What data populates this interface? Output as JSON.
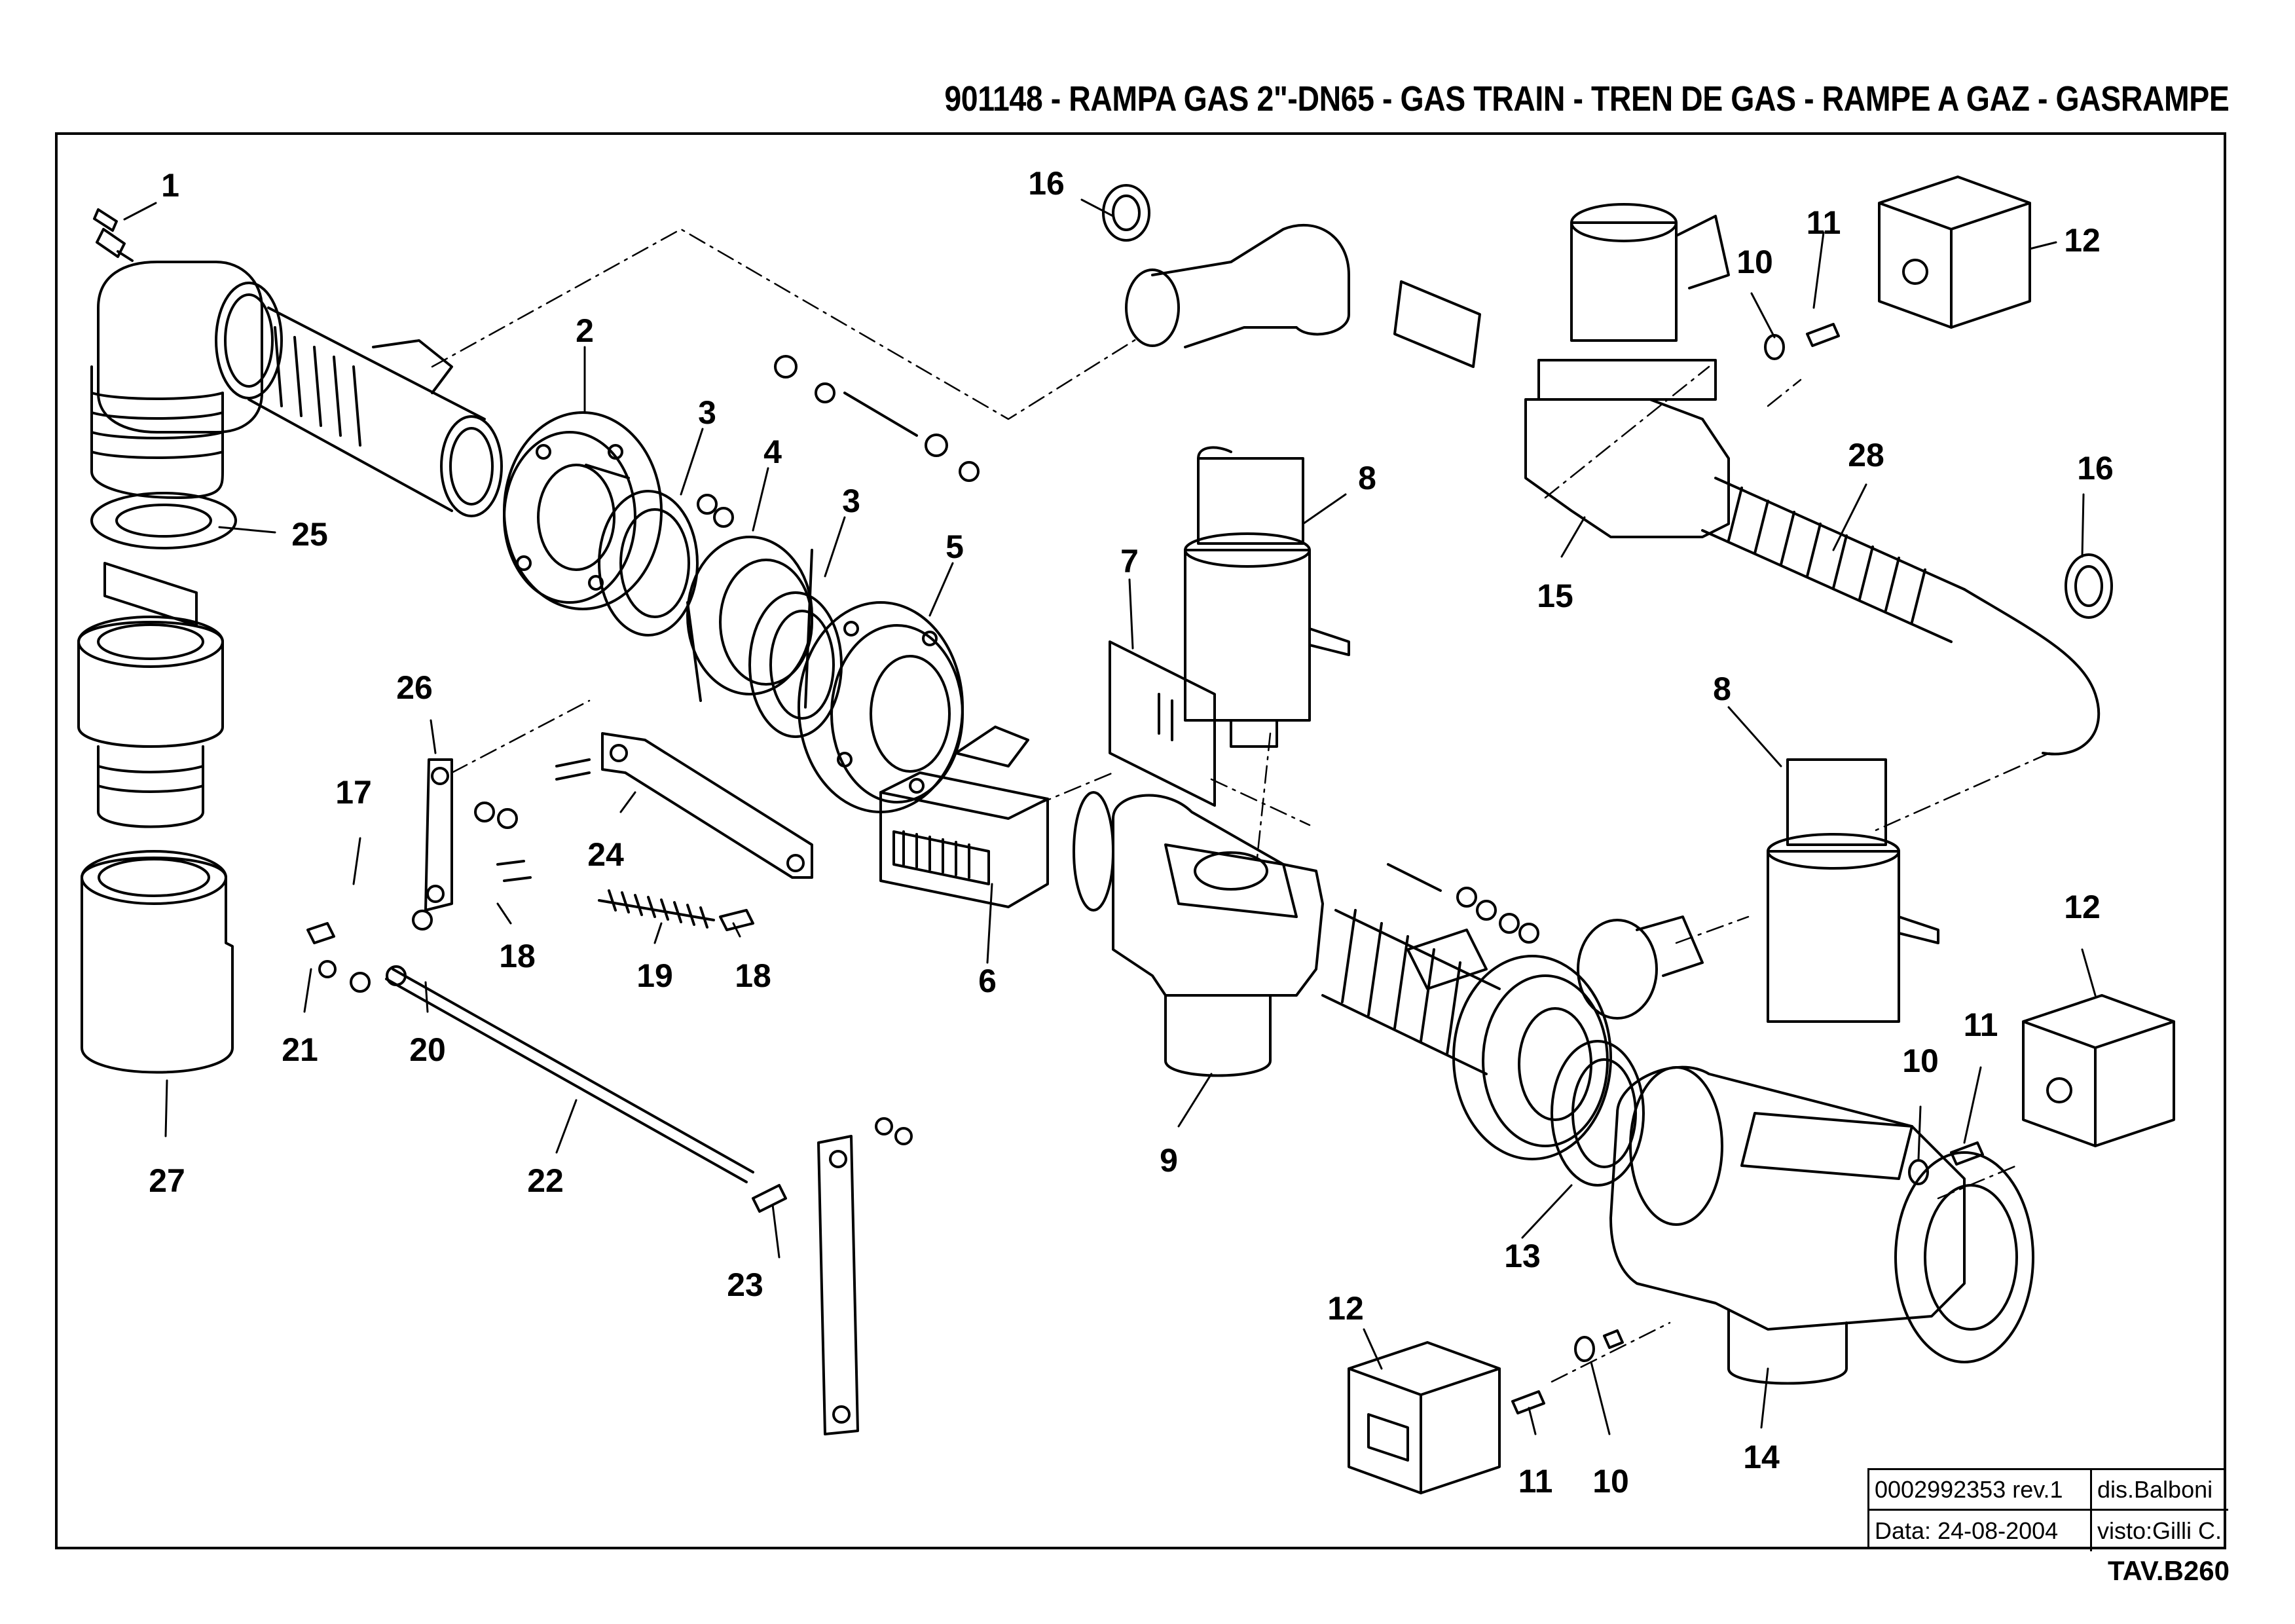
{
  "title": "901148 - RAMPA GAS  2\"-DN65 - GAS TRAIN - TREN DE GAS - RAMPE A GAZ - GASRAMPE",
  "callouts": [
    {
      "id": "1",
      "label": "1"
    },
    {
      "id": "2",
      "label": "2"
    },
    {
      "id": "3a",
      "label": "3"
    },
    {
      "id": "3b",
      "label": "3"
    },
    {
      "id": "4",
      "label": "4"
    },
    {
      "id": "5",
      "label": "5"
    },
    {
      "id": "6",
      "label": "6"
    },
    {
      "id": "7",
      "label": "7"
    },
    {
      "id": "8a",
      "label": "8"
    },
    {
      "id": "8b",
      "label": "8"
    },
    {
      "id": "9",
      "label": "9"
    },
    {
      "id": "10a",
      "label": "10"
    },
    {
      "id": "10b",
      "label": "10"
    },
    {
      "id": "10c",
      "label": "10"
    },
    {
      "id": "11a",
      "label": "11"
    },
    {
      "id": "11b",
      "label": "11"
    },
    {
      "id": "11c",
      "label": "11"
    },
    {
      "id": "12a",
      "label": "12"
    },
    {
      "id": "12b",
      "label": "12"
    },
    {
      "id": "12c",
      "label": "12"
    },
    {
      "id": "13",
      "label": "13"
    },
    {
      "id": "14",
      "label": "14"
    },
    {
      "id": "15",
      "label": "15"
    },
    {
      "id": "16a",
      "label": "16"
    },
    {
      "id": "16b",
      "label": "16"
    },
    {
      "id": "17",
      "label": "17"
    },
    {
      "id": "18a",
      "label": "18"
    },
    {
      "id": "18b",
      "label": "18"
    },
    {
      "id": "19",
      "label": "19"
    },
    {
      "id": "20",
      "label": "20"
    },
    {
      "id": "21",
      "label": "21"
    },
    {
      "id": "22",
      "label": "22"
    },
    {
      "id": "23",
      "label": "23"
    },
    {
      "id": "24",
      "label": "24"
    },
    {
      "id": "25",
      "label": "25"
    },
    {
      "id": "26",
      "label": "26"
    },
    {
      "id": "27",
      "label": "27"
    },
    {
      "id": "28",
      "label": "28"
    }
  ],
  "titleblock": {
    "code": "0002992353 rev.1",
    "drawn": "dis.Balboni",
    "date": "Data:  24-08-2004",
    "checked": "visto:Gilli C."
  },
  "sheet_code": "TAV.B260"
}
